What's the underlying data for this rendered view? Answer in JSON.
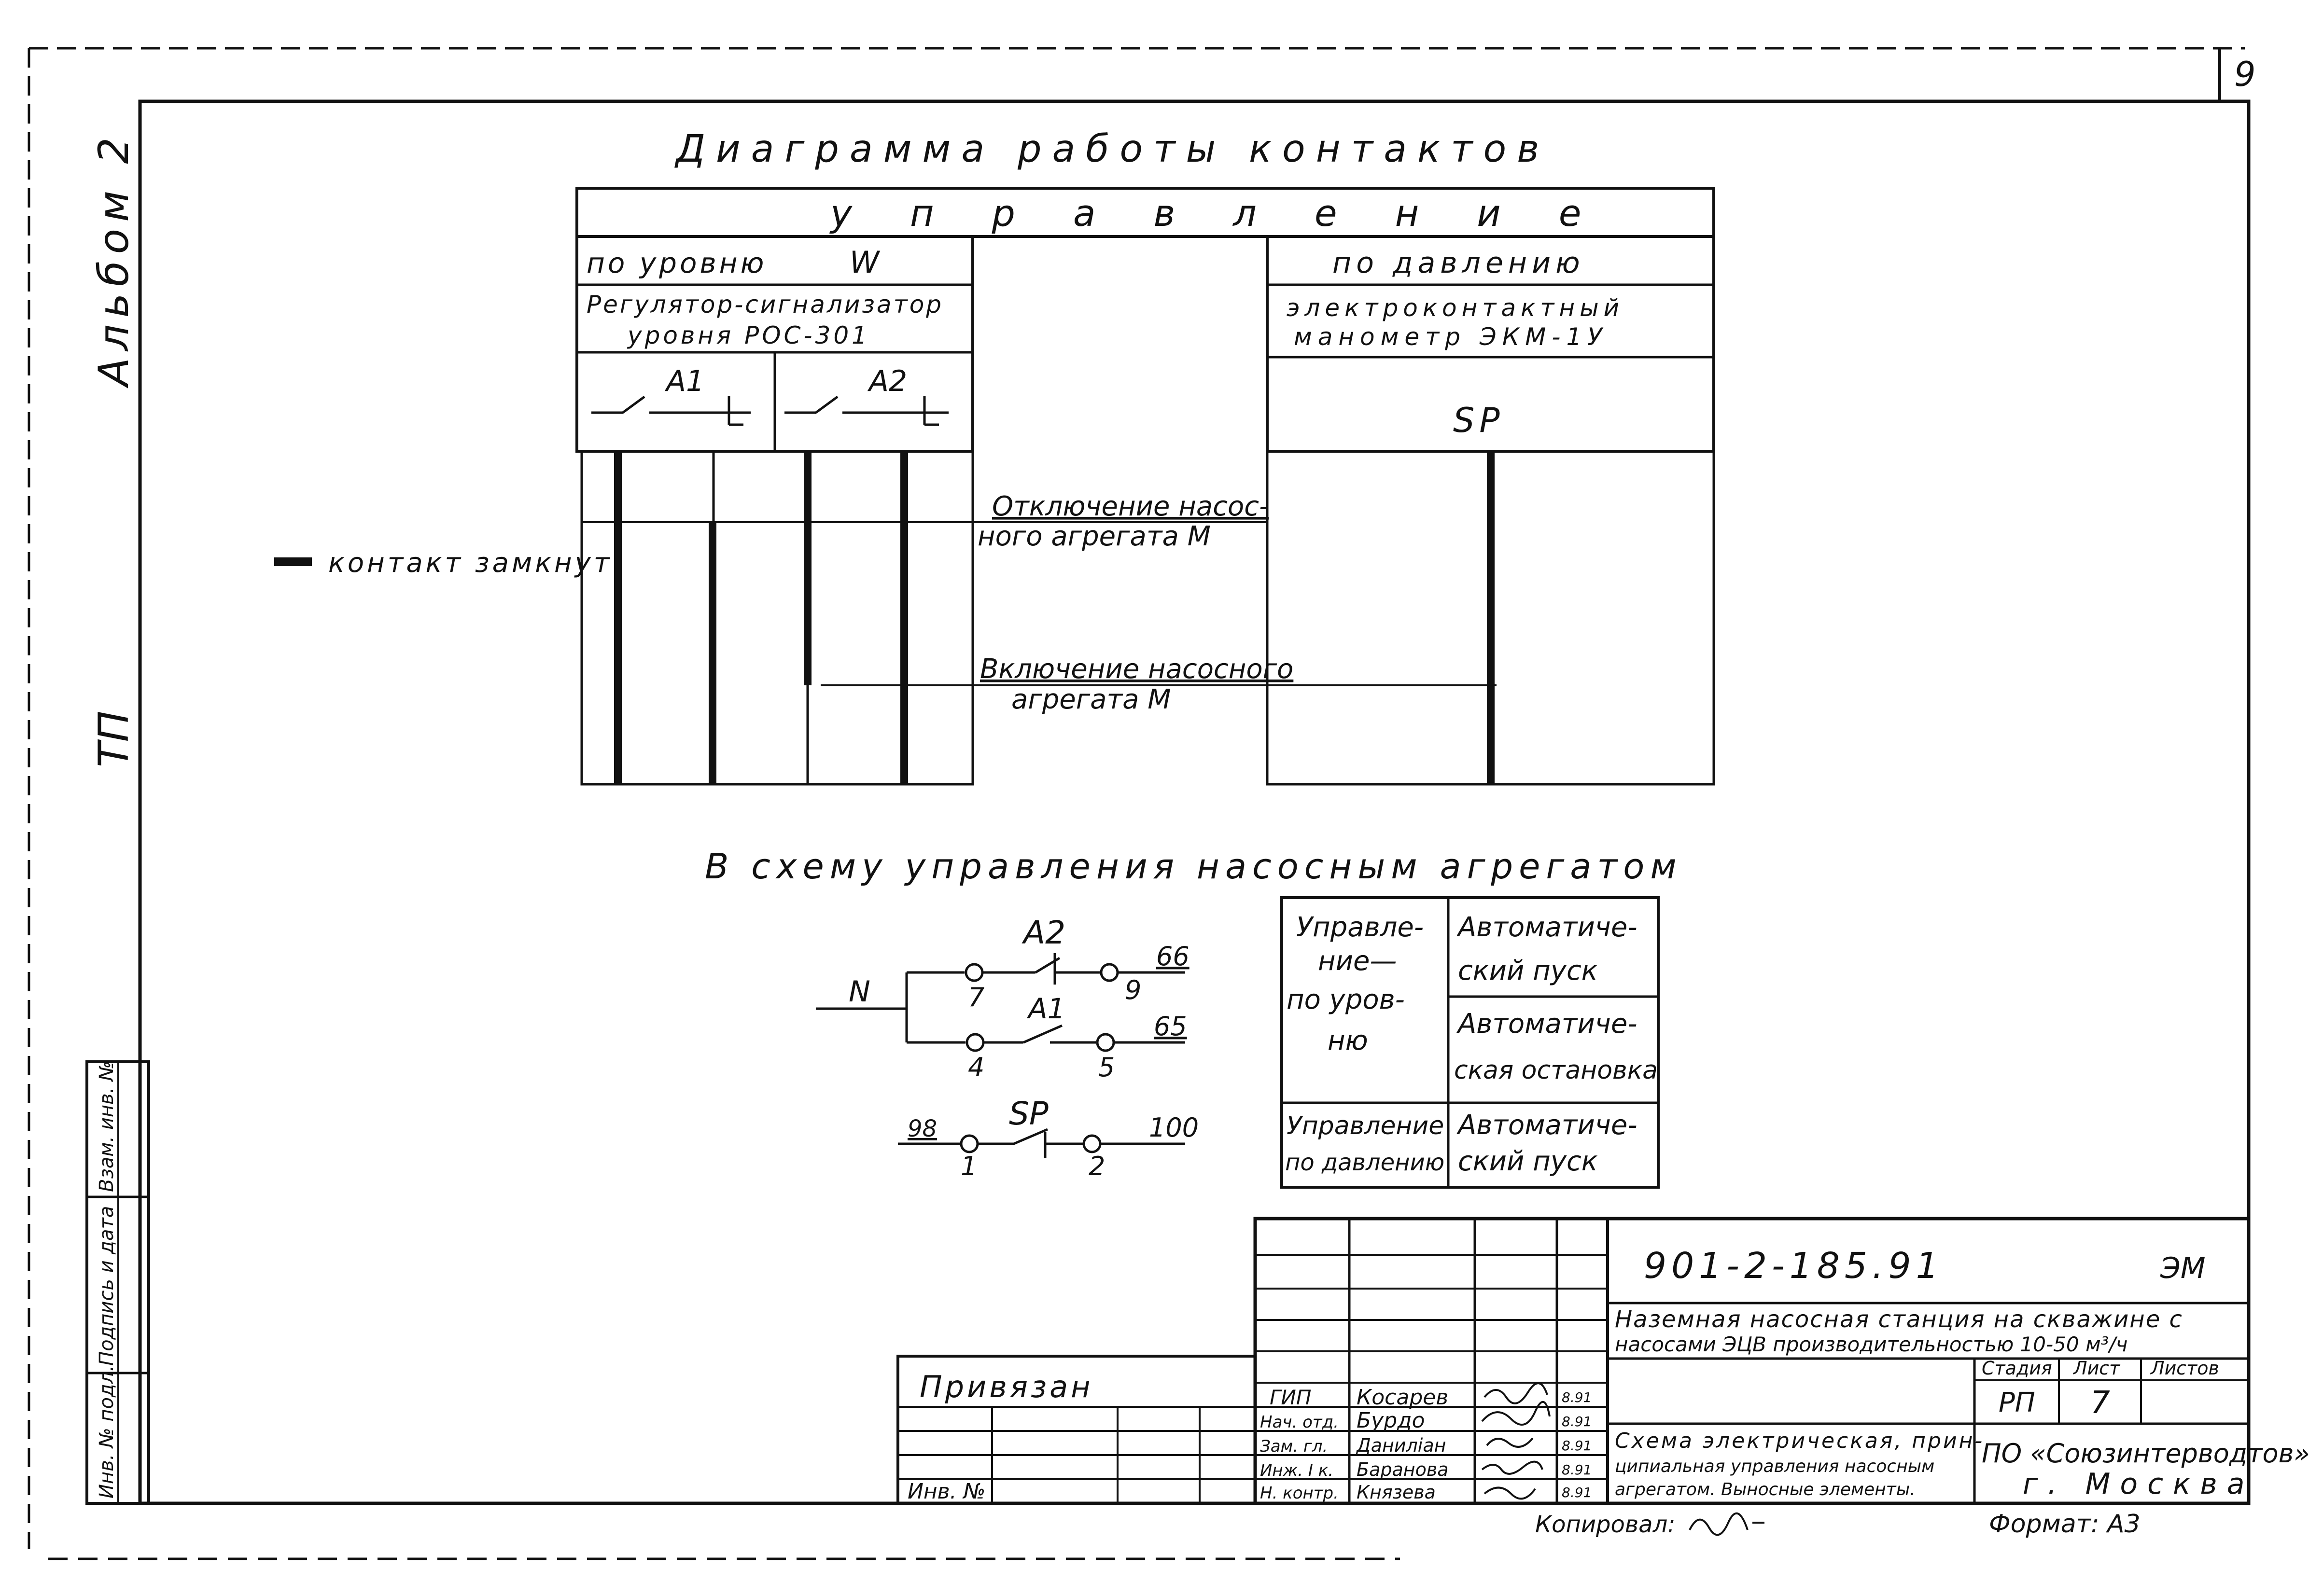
{
  "page_number": "9",
  "side_labels": {
    "album": "Альбом 2",
    "tp": "ТП",
    "stamp_col1": "Инв. № подл.",
    "stamp_col2": "Подпись и дата",
    "stamp_col3": "Взам. инв. №"
  },
  "diagram": {
    "title": "Диаграмма работы контактов",
    "header": "управление",
    "level_col": {
      "label": "по уровню",
      "symbol": "W",
      "device": "Регулятор-сигнализатор уровня РОС-301",
      "device_mark": "",
      "contacts": [
        "A1",
        "A2"
      ]
    },
    "pressure_col": {
      "label": "по давлению",
      "device": "электроконтактный манометр ЭКМ-1У",
      "contact": "SP"
    },
    "events": {
      "off_line1": "Отключение насос-",
      "off_line2": "ного агрегата М",
      "on_line1": "Включение насосного",
      "on_line2": "агрегата М"
    },
    "legend": "контакт замкнут"
  },
  "scheme": {
    "title": "В схему управления насосным агрегатом",
    "labels": {
      "a2": "A2",
      "a1": "A1",
      "n": "N",
      "w66": "66",
      "w65": "65",
      "n7": "7",
      "n9": "9",
      "n4": "4",
      "n5": "5",
      "sp": "SP",
      "w98": "98",
      "w100": "100",
      "n1": "1",
      "n2": "2"
    }
  },
  "mode_table": {
    "level_label_lines": [
      "Управле-",
      "ние—",
      "по уров-",
      "ню"
    ],
    "auto_start_lines": [
      "Автоматиче-",
      "ский пуск"
    ],
    "auto_stop_lines": [
      "Автоматиче-",
      "ская остановка"
    ],
    "pressure_label_lines": [
      "Управление",
      "по давлению"
    ],
    "pressure_start_lines": [
      "Автоматиче-",
      "ский пуск"
    ]
  },
  "title_block": {
    "doc_code": "901-2-185.91",
    "mark": "ЭМ",
    "project_lines": [
      "Наземная насосная станция на скважине с",
      "насосами ЭЦВ производительностью 10-50 м³/ч"
    ],
    "sheet_lines": [
      "Схема электрическая, прин-",
      "ципиальная управления насосным",
      "агрегатом. Выносные элементы."
    ],
    "stage_label": "Стадия",
    "sheet_label": "Лист",
    "sheets_label": "Листов",
    "stage": "РП",
    "sheet": "7",
    "sheets": "",
    "org_lines": [
      "ПО «Союзинтерводтов»",
      "г. Москва"
    ],
    "privyazan": "Привязан",
    "inv_no": "Инв. №",
    "roles": [
      {
        "role": "ГИП",
        "name": "Косарев",
        "date": "8.91"
      },
      {
        "role": "Нач. отд.",
        "name": "Бурдо",
        "date": "8.91"
      },
      {
        "role": "Зам. гл.",
        "name": "Даниліан",
        "date": "8.91"
      },
      {
        "role": "Инж. I к.",
        "name": "Баранова",
        "date": "8.91"
      },
      {
        "role": "Н. контр.",
        "name": "Князева",
        "date": "8.91"
      }
    ],
    "kopiroval": "Копировал:",
    "format": "Формат: А3"
  }
}
